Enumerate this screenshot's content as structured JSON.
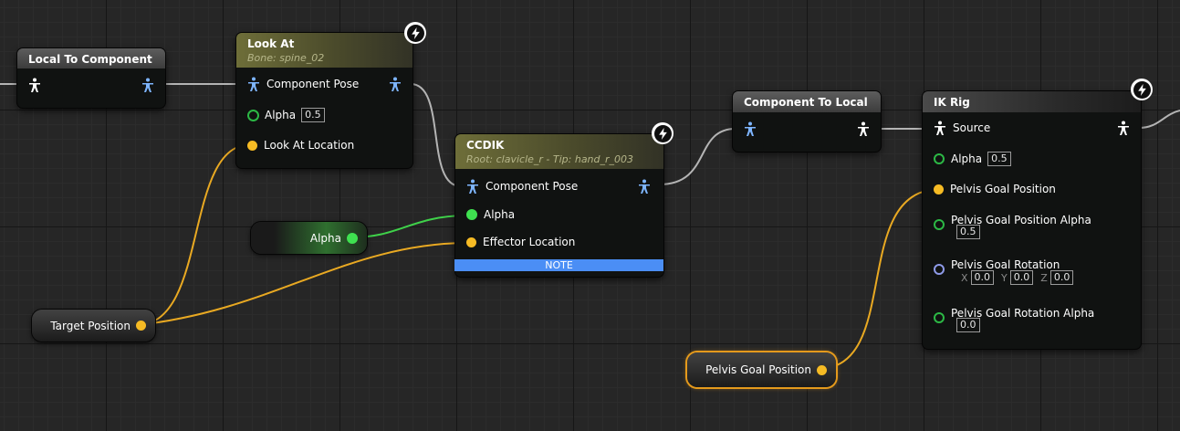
{
  "colors": {
    "exec_wire": "#3fd14a",
    "vector_wire": "#e9a922",
    "pose_wire": "#b4b4b4",
    "pose_pin": "#7eb5ff",
    "note": "#4b8ef5",
    "selection": "#e59a1c"
  },
  "nodes": {
    "local_to_component": {
      "title": "Local To Component"
    },
    "look_at": {
      "title": "Look At",
      "subtitle": "Bone: spine_02",
      "pin_component_pose": "Component Pose",
      "pin_alpha": "Alpha",
      "alpha_value": "0.5",
      "pin_look_at_location": "Look At Location"
    },
    "ccdik": {
      "title": "CCDIK",
      "subtitle": "Root: clavicle_r - Tip: hand_r_003",
      "pin_component_pose": "Component Pose",
      "pin_alpha": "Alpha",
      "pin_effector_location": "Effector Location",
      "note": "NOTE"
    },
    "component_to_local": {
      "title": "Component To Local"
    },
    "ik_rig": {
      "title": "IK Rig",
      "pin_source": "Source",
      "pin_alpha": "Alpha",
      "alpha_value": "0.5",
      "pin_pelvis_goal_position": "Pelvis Goal Position",
      "pin_pelvis_goal_position_alpha": "Pelvis Goal Position Alpha",
      "pelvis_goal_position_alpha_value": "0.5",
      "pin_pelvis_goal_rotation": "Pelvis Goal Rotation",
      "rotation_x_label": "X",
      "rotation_x": "0.0",
      "rotation_y_label": "Y",
      "rotation_y": "0.0",
      "rotation_z_label": "Z",
      "rotation_z": "0.0",
      "pin_pelvis_goal_rotation_alpha": "Pelvis Goal Rotation Alpha",
      "pelvis_goal_rotation_alpha_value": "0.0"
    }
  },
  "variables": {
    "alpha": "Alpha",
    "target_position": "Target Position",
    "pelvis_goal_position": "Pelvis Goal Position"
  },
  "icons": {
    "pose": "pose-pin-icon",
    "fast_path": "lightning-bolt-icon"
  }
}
